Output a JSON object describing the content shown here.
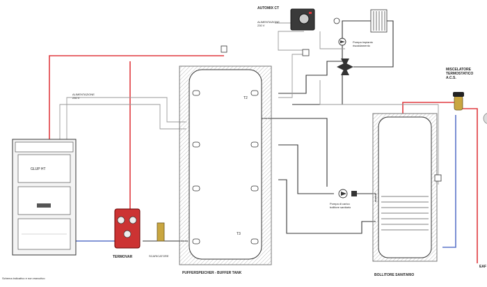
{
  "title_note": "Schema indicativo e non esecutivo",
  "boiler": {
    "model": "GLUP HT",
    "power_label": "ALIMENTAZIONE\n230 V"
  },
  "controller": {
    "name": "AUTOMIX CT",
    "power_label": "ALIMENTAZIONE\n230 V"
  },
  "pump_heating_label": "Pompa impianto\nriscaldamento",
  "pump_dhw_label": "Pompa di carico\nbollitore sanitario",
  "termovar_label": "TERMOVAR",
  "relief_label": "SCARICATORE",
  "buffer": {
    "label": "PUFFERSPEICHER - BUFFER TANK",
    "t2": "T2",
    "t3": "T3"
  },
  "mixer_label": "MISCELATORE\nTERMOSTATICO\nA.C.S.",
  "dhw_tank_label": "BOLLITORE SANITARIO",
  "cut_label": "EAF",
  "colors": {
    "hot": "#e0393e",
    "cold": "#5a73c8",
    "line": "#333333",
    "ctrl": "#999999"
  }
}
